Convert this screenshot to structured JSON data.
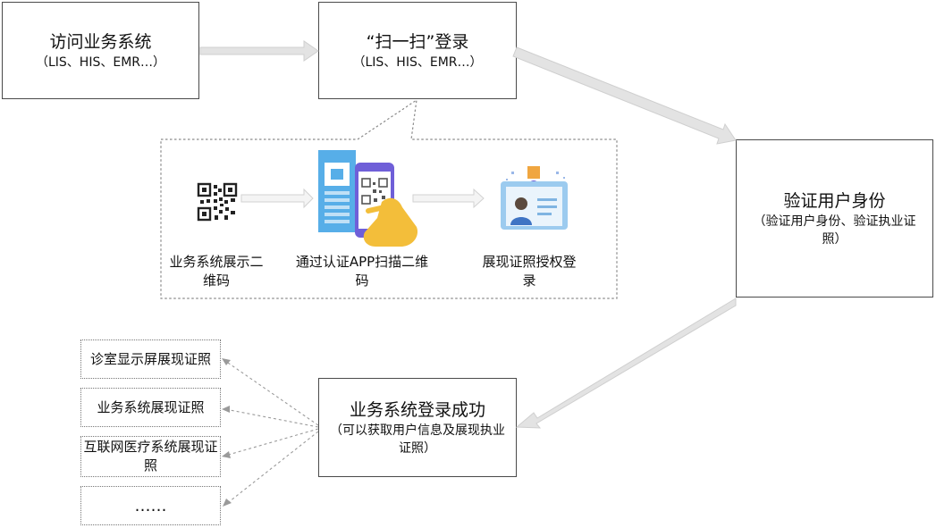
{
  "boxes": {
    "access": {
      "title": "访问业务系统",
      "subtitle": "（LIS、HIS、EMR…）"
    },
    "scan": {
      "title": "“扫一扫”登录",
      "subtitle": "（LIS、HIS、EMR…）"
    },
    "verify": {
      "title": "验证用户身份",
      "subtitle": "（验证用户身份、验证执业证照）"
    },
    "success": {
      "title": "业务系统登录成功",
      "subtitle": "（可以获取用户信息及展现执业证照）"
    }
  },
  "steps": {
    "show_qr": "业务系统展示二维码",
    "scan_app": "通过认证APP扫描二维码",
    "show_cert": "展现证照授权登录"
  },
  "outputs": [
    "诊室显示屏展现证照",
    "业务系统展现证照",
    "互联网医疗系统展现证照",
    "……"
  ],
  "colors": {
    "arrow": "#e0e0e0",
    "panel": "#5ab0ea",
    "hand": "#f3be3a",
    "phone": "#6f5fd8"
  },
  "icons": [
    "qr-code-icon",
    "phone-scan-icon",
    "id-badge-icon"
  ]
}
